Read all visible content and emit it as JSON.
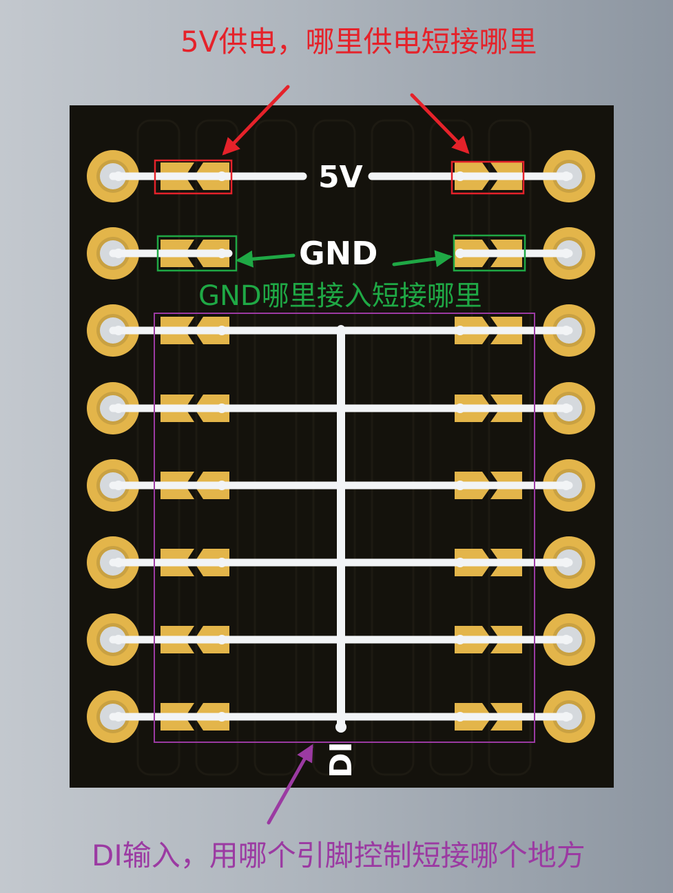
{
  "captions": {
    "top": "5V供电，哪里供电短接哪里",
    "gnd": "GND哪里接入短接哪里",
    "bottom": "DI输入，用哪个引脚控制短接哪个地方"
  },
  "pcb_labels": {
    "five_v": "5V",
    "gnd": "GND",
    "di": "DI"
  },
  "colors": {
    "board": "#14120c",
    "gold": "#e3b54a",
    "trace": "#f2f4f6",
    "annotation_red": "#e5222a",
    "annotation_green": "#1fa845",
    "annotation_purple": "#9b3aa2"
  },
  "board": {
    "rows": [
      "5V",
      "GND",
      "DI",
      "DI",
      "DI",
      "DI",
      "DI",
      "DI"
    ]
  }
}
